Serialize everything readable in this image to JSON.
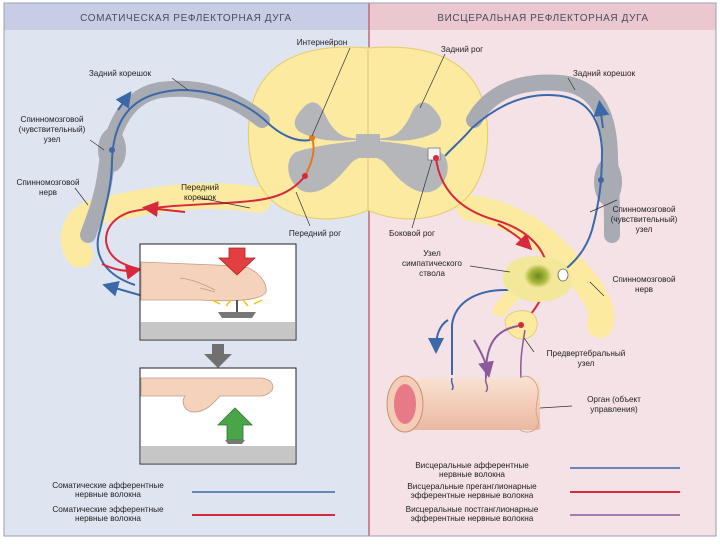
{
  "panels": {
    "somatic_title": "СОМАТИЧЕСКАЯ РЕФЛЕКТОРНАЯ ДУГА",
    "visceral_title": "ВИСЦЕРАЛЬНАЯ РЕФЛЕКТОРНАЯ ДУГА"
  },
  "labels": {
    "interneuron": "Интернейрон",
    "posterior_horn": "Задний рог",
    "posterior_root_left": "Задний корешок",
    "posterior_root_right": "Задний корешок",
    "spinal_ganglion_left": [
      "Спинномозговой",
      "(чувствительный)",
      "узел"
    ],
    "spinal_nerve_left": [
      "Спинномозговой",
      "нерв"
    ],
    "anterior_root": [
      "Передний",
      "корешок"
    ],
    "anterior_horn": "Передний рог",
    "lateral_horn": "Боковой рог",
    "sympathetic_ganglion": [
      "Узел",
      "симпатического",
      "ствола"
    ],
    "spinal_ganglion_right": [
      "Спинномозговой",
      "(чувствительный)",
      "узел"
    ],
    "spinal_nerve_right": [
      "Спинномозговой",
      "нерв"
    ],
    "prevertebral_ganglion": [
      "Предвертебральный",
      "узел"
    ],
    "target_organ": [
      "Орган (объект",
      "управления)"
    ]
  },
  "legend_left": [
    {
      "lines": [
        "Соматические афферентные",
        "нервные волокна"
      ],
      "color": "#3b68a8"
    },
    {
      "lines": [
        "Соматические эфферентные",
        "нервные волокна"
      ],
      "color": "#d8283c"
    }
  ],
  "legend_right": [
    {
      "lines": [
        "Висцеральные афферентные",
        "нервные волокна"
      ],
      "color": "#3b68a8"
    },
    {
      "lines": [
        "Висцеральные преганглионарные",
        "эфферентные нервные волокна"
      ],
      "color": "#d8283c"
    },
    {
      "lines": [
        "Висцеральные постганглионарные",
        "эфферентные нервные волокна"
      ],
      "color": "#8a5a9a"
    }
  ],
  "colors": {
    "somatic_bg": "#dfe4f1",
    "visceral_bg": "#f4e2e6",
    "header_left": "#c7cde4",
    "header_right": "#ebc8cf",
    "white_matter": "#fbeaa0",
    "gray_matter": "#b4b6ba",
    "afferent": "#3b68a8",
    "efferent": "#d8283c",
    "postganglionic": "#8a5a9a",
    "interneuron": "#e8781e",
    "organ": "#f7d5c3"
  }
}
